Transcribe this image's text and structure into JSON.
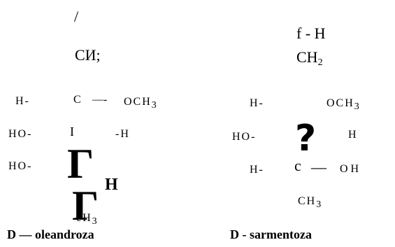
{
  "left_structure": {
    "top_slash": "/",
    "ch_line": "СИ;",
    "row1_h": "H-",
    "row1_c": "C",
    "row1_bond": "—-",
    "row1_och3": "OCH",
    "row1_och3_sub": "3",
    "row2_ho": "HO-",
    "row2_i": "I",
    "row2_h": "-H",
    "row3_ho": "HO-",
    "big_glyph_top": "Г",
    "big_glyph_h": "H",
    "big_glyph_bottom": "Г",
    "ch3": "cH",
    "ch3_sub": "3",
    "name": "D — oleandroza"
  },
  "right_structure": {
    "fh_line": "f - H",
    "ch2": "CH",
    "ch2_sub": "2",
    "row1_h": "H-",
    "row1_och3": "OCH",
    "row1_och3_sub": "3",
    "row2_ho": "HO-",
    "row2_q": "?",
    "row2_h": "H",
    "row3_h": "H-",
    "row3_c": "c",
    "row3_bond": "—",
    "row3_oh": "O H",
    "ch3": "CH",
    "ch3_sub": "3",
    "name": "D - sarmentoza"
  }
}
